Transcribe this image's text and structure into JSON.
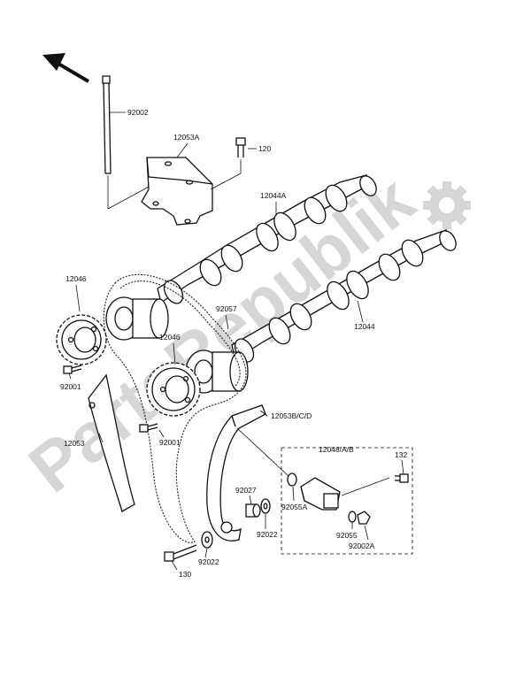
{
  "callouts": {
    "c92002": "92002",
    "c12053A": "12053A",
    "c120": "120",
    "c12044A": "12044A",
    "c12046a": "12046",
    "c92057": "92057",
    "c12046b": "12046",
    "c12044": "12044",
    "c92001a": "92001",
    "c92001b": "92001",
    "c12053BCD": "12053B/C/D",
    "c12048AB": "12048/A/B",
    "c132": "132",
    "c12053": "12053",
    "c92027": "92027",
    "c92055A": "92055A",
    "c92022a": "92022",
    "c92055": "92055",
    "c92002A": "92002A",
    "c130": "130",
    "c92022b": "92022"
  },
  "watermark": {
    "text": "PartsRepublik"
  },
  "icons": {
    "direction": "arrow-up-left-icon",
    "gear": "gear-icon"
  },
  "colors": {
    "line": "#111111",
    "watermark": "#d2d2d2"
  }
}
